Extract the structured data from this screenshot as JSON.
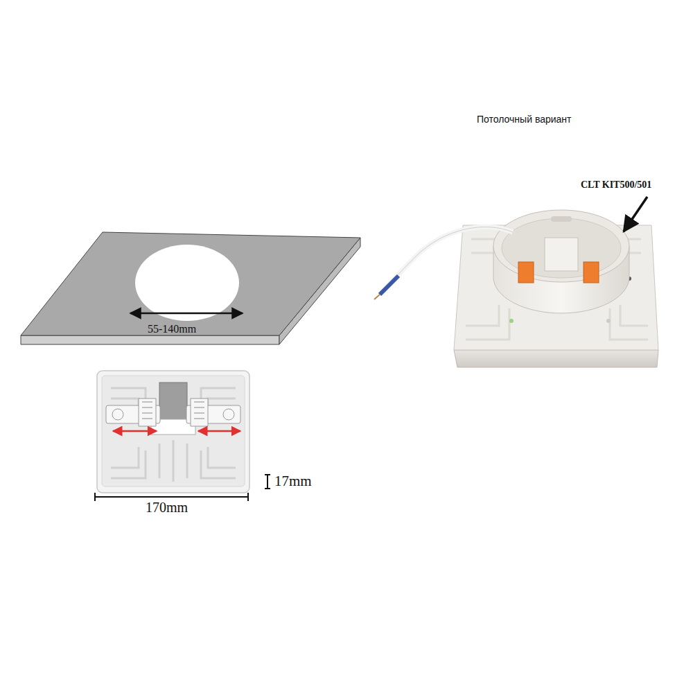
{
  "diagram": {
    "labels": [
      "Потолочный вариант",
      "CLT KIT500/501",
      "55-140mm",
      "170mm",
      "17mm"
    ]
  }
}
